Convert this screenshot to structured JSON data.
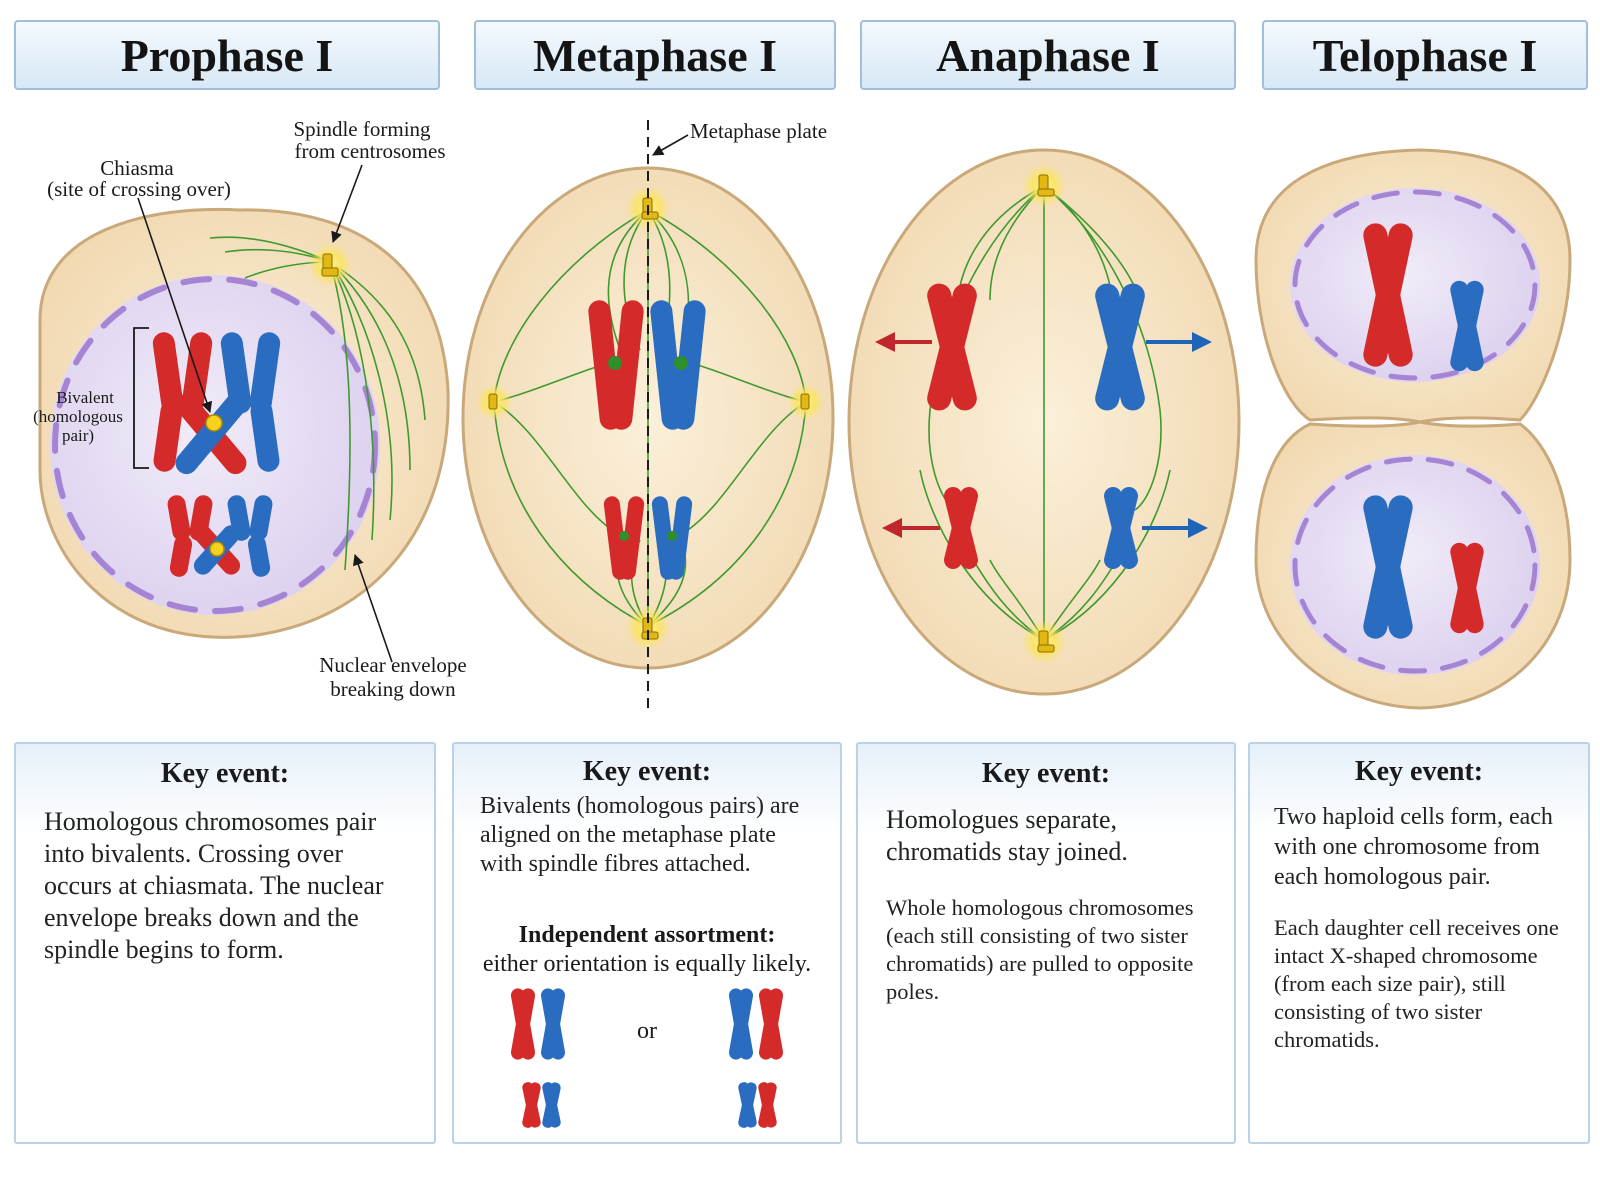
{
  "phases": [
    {
      "title": "Prophase I",
      "key_title": "Key event:",
      "key_text": "Homologous chromosomes pair into bivalents. Crossing over occurs at chiasmata. The nuclear envelope breaks down and the spindle begins to form."
    },
    {
      "title": "Metaphase I",
      "key_title": "Key event:",
      "key_text": "Bivalents (homologous pairs) are aligned on the metaphase plate with spindle fibres attached.",
      "assortment_title": "Independent assortment:",
      "assortment_text": "either orientation is equally likely.",
      "or_label": "or"
    },
    {
      "title": "Anaphase I",
      "key_title": "Key event:",
      "key_text": "Homologues separate, chromatids stay joined.",
      "detail_text": "Whole homologous chromosomes (each still consisting of two sister chromatids) are pulled to opposite poles."
    },
    {
      "title": "Telophase I",
      "key_title": "Key event:",
      "key_text": "Two haploid cells form, each with one chromosome from each homologous pair.",
      "detail_text": "Each daughter cell receives one intact X-shaped chromosome (from each size pair), still consisting of two sister chromatids."
    }
  ],
  "labels": {
    "spindle_line1": "Spindle forming",
    "spindle_line2": "from centrosomes",
    "chiasma_line1": "Chiasma",
    "chiasma_line2": "(site of crossing over)",
    "bivalent_line1": "Bivalent",
    "bivalent_line2": "(homologous",
    "bivalent_line3": "pair)",
    "envelope_line1": "Nuclear envelope",
    "envelope_line2": "breaking down",
    "metaphase_plate": "Metaphase plate"
  },
  "colors": {
    "maternal_red": "#d42a2a",
    "paternal_blue": "#2a6cc0",
    "cytoplasm": "#f6e3c4",
    "cell_border": "#c9a87a",
    "nucleus": "#e6ddf3",
    "envelope": "#a585d3",
    "spindle": "#3f9a2e",
    "centrosome": "#f3d21e",
    "header_bg": "#dbe9f6"
  }
}
